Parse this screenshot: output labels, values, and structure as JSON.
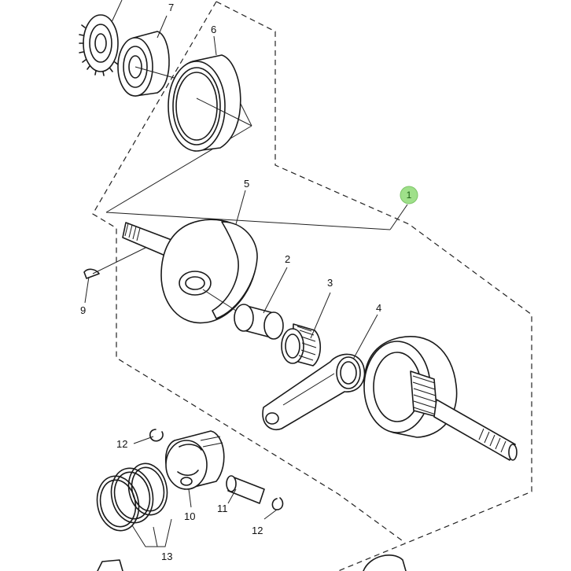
{
  "callouts": {
    "p1": "1",
    "p2": "2",
    "p3": "3",
    "p4": "4",
    "p5": "5",
    "p6": "6",
    "p7": "7",
    "p9": "9",
    "p10": "10",
    "p11": "11",
    "p12a": "12",
    "p12b": "12",
    "p13": "13"
  },
  "colors": {
    "badge_fill": "#9fe08a",
    "line": "#1a1a1a",
    "background": "#ffffff"
  }
}
